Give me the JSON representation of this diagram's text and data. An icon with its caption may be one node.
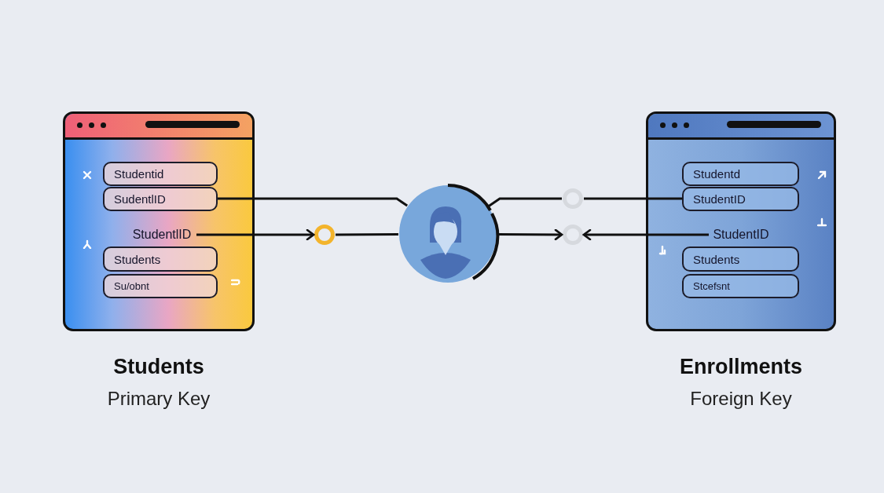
{
  "diagram": {
    "nodes": [
      {
        "text": [
          "Students",
          "Primary Key"
        ]
      },
      {
        "text": [
          "Studentid"
        ],
        "in": 0
      },
      {
        "text": [
          "SudentlID"
        ],
        "in": 0
      },
      {
        "text": [
          "StudentlID"
        ],
        "in": 0
      },
      {
        "text": [
          "Students"
        ],
        "in": 0
      },
      {
        "text": [
          "Su/obnt"
        ],
        "in": 0
      },
      {
        "text": [],
        "shape": "person"
      },
      {
        "text": [],
        "shape": "circle"
      },
      {
        "text": [],
        "shape": "circle"
      },
      {
        "text": [],
        "shape": "circle"
      },
      {
        "text": [
          "Enrollments",
          "Foreign Key"
        ]
      },
      {
        "text": [
          "Studentd"
        ],
        "in": 10
      },
      {
        "text": [
          "StudentID"
        ],
        "in": 10
      },
      {
        "text": [
          "StudentID"
        ],
        "in": 10
      },
      {
        "text": [
          "Students"
        ],
        "in": 10
      },
      {
        "text": [
          "Stcefsnt"
        ],
        "in": 10
      }
    ],
    "edges": [
      {
        "from": 2,
        "to": 6,
        "arrow": "none"
      },
      {
        "from": 3,
        "to": 7,
        "arrow": "to"
      },
      {
        "from": 7,
        "to": 6,
        "arrow": "none"
      },
      {
        "from": 6,
        "to": 8,
        "arrow": "none"
      },
      {
        "from": 8,
        "to": 12,
        "arrow": "none"
      },
      {
        "from": 6,
        "to": 9,
        "arrow": "to"
      },
      {
        "from": 13,
        "to": 9,
        "arrow": "to"
      }
    ]
  }
}
